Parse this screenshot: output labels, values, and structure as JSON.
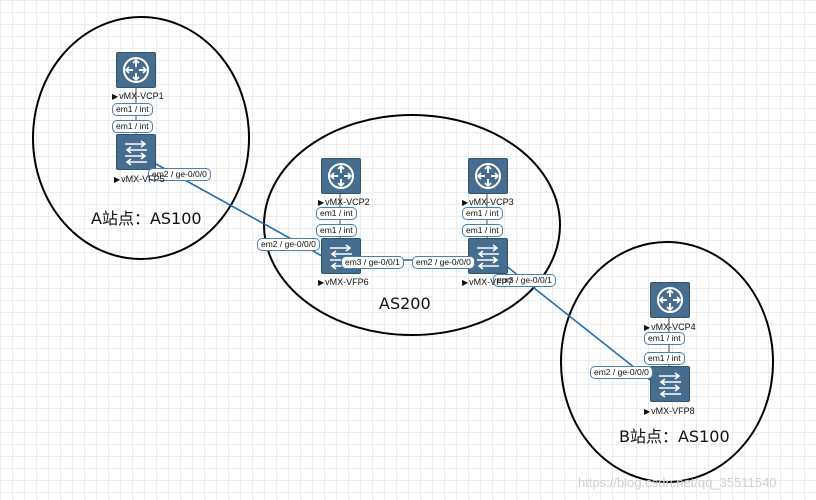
{
  "sites": {
    "a": "A站点：AS100",
    "as200": "AS200",
    "b": "B站点：AS100"
  },
  "nodes": {
    "vcp1": "vMX-VCP1",
    "vfp5": "vMX-VFP5",
    "vcp2": "vMX-VCP2",
    "vfp6": "vMX-VFP6",
    "vcp3": "vMX-VCP3",
    "vfp7": "vMX-VFP7",
    "vcp4": "vMX-VCP4",
    "vfp8": "vMX-VFP8"
  },
  "interfaces": {
    "em1_int": "em1 / int",
    "em2_ge000": "em2 / ge-0/0/0",
    "em3_ge001": "em3 / ge-0/0/1"
  },
  "colors": {
    "link": "#1b6fb3",
    "node_fill": "#466d8d",
    "label_border": "#4a7fb0"
  },
  "icons": {
    "router": "router-icon",
    "switch": "switch-icon"
  },
  "watermark": "https://blog.csdn.net/qq_35511540"
}
